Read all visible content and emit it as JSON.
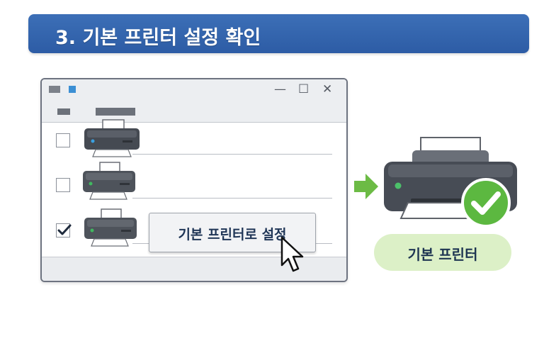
{
  "banner": {
    "title": "3. 기본 프린터 설정 확인"
  },
  "window": {
    "controls": {
      "minimize": "—",
      "maximize": "☐",
      "close": "✕"
    },
    "printers": [
      {
        "checked": false
      },
      {
        "checked": false
      },
      {
        "checked": true
      }
    ]
  },
  "context_menu": {
    "label": "기본 프린터로 설정"
  },
  "result": {
    "label": "기본 프린터"
  },
  "colors": {
    "banner": "#2d5ca5",
    "arrow": "#6cbb45",
    "check_badge": "#5cb840",
    "pill": "#dcf0c7"
  },
  "icons": [
    "printer-icon",
    "mouse-cursor-icon",
    "right-arrow-icon",
    "checkmark-icon"
  ]
}
